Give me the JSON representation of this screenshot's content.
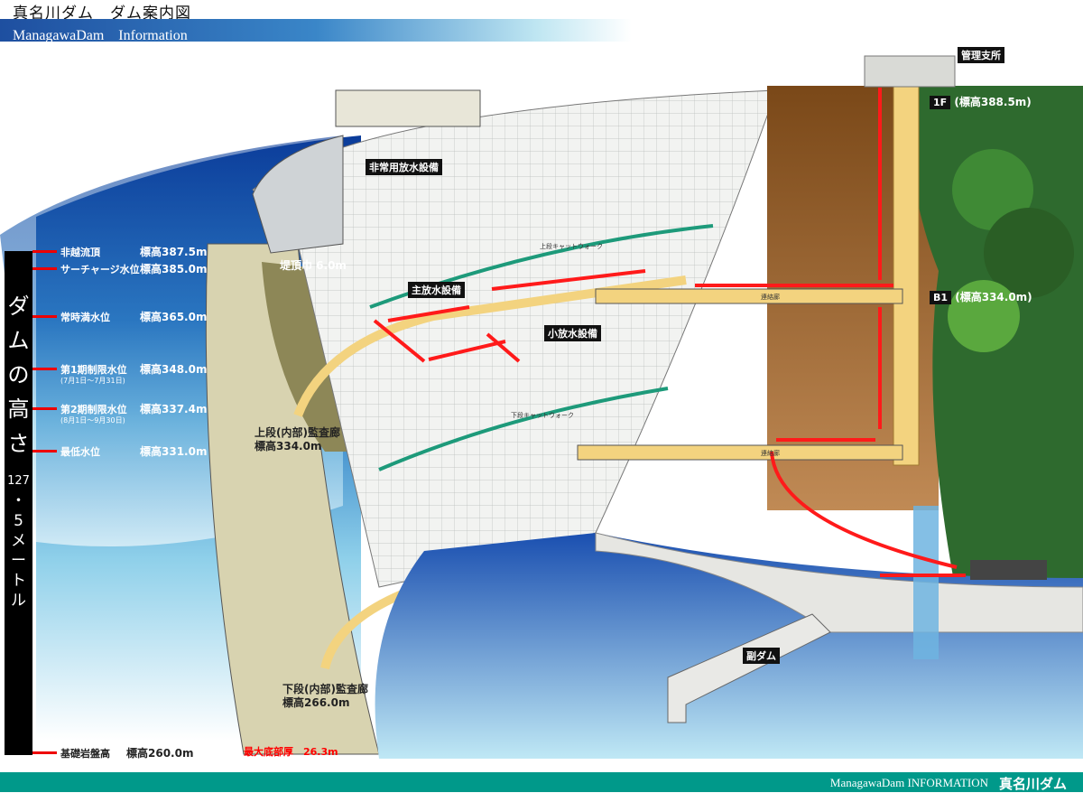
{
  "header": {
    "title": "真名川ダム　ダム案内図",
    "subtitle": "ManagawaDam　Information"
  },
  "scale": {
    "label_chars": [
      "ダ",
      "ム",
      "の",
      "高",
      "さ"
    ],
    "height_chars": [
      "127",
      "・",
      "5",
      "メ",
      "ー",
      "ト",
      "ル"
    ],
    "levels": [
      {
        "name": "非越流頂",
        "value": "標高387.5m"
      },
      {
        "name": "サーチャージ水位",
        "value": "標高385.0m"
      },
      {
        "name": "常時満水位",
        "value": "標高365.0m"
      },
      {
        "name": "第1期制限水位",
        "note": "(7月1日〜7月31日)",
        "value": "標高348.0m"
      },
      {
        "name": "第2期制限水位",
        "note": "(8月1日〜9月30日)",
        "value": "標高337.4m"
      },
      {
        "name": "最低水位",
        "value": "標高331.0m"
      },
      {
        "name": "基礎岩盤高",
        "value": "標高260.0m"
      }
    ]
  },
  "labels": {
    "emergency_outlet": "非常用放水設備",
    "crest_width": "堤頂巾 6.0m",
    "main_outlet": "主放水設備",
    "small_outlet": "小放水設備",
    "upper_catwalk": "上段キャットウォーク",
    "lower_catwalk": "下段キャットウォーク",
    "upper_gallery": "上段(内部)監査廊",
    "upper_gallery_elev": "標高334.0m",
    "lower_gallery": "下段(内部)監査廊",
    "lower_gallery_elev": "標高266.0m",
    "max_thickness": "最大底部厚　26.3m",
    "office": "管理支所",
    "floor_1f": "1F",
    "floor_1f_elev": "(標高388.5m)",
    "floor_b1": "B1",
    "floor_b1_elev": "(標高334.0m)",
    "corridor_upper": "連絡廊",
    "corridor_lower": "連絡廊",
    "sub_dam": "副ダム"
  },
  "footer": {
    "text": "ManagawaDam INFORMATION",
    "name": "真名川ダム"
  },
  "colors": {
    "arrow": "#ff1a1a",
    "teal": "#00998a",
    "earth": "#8a5a2a",
    "forest": "#2e6a2e"
  }
}
